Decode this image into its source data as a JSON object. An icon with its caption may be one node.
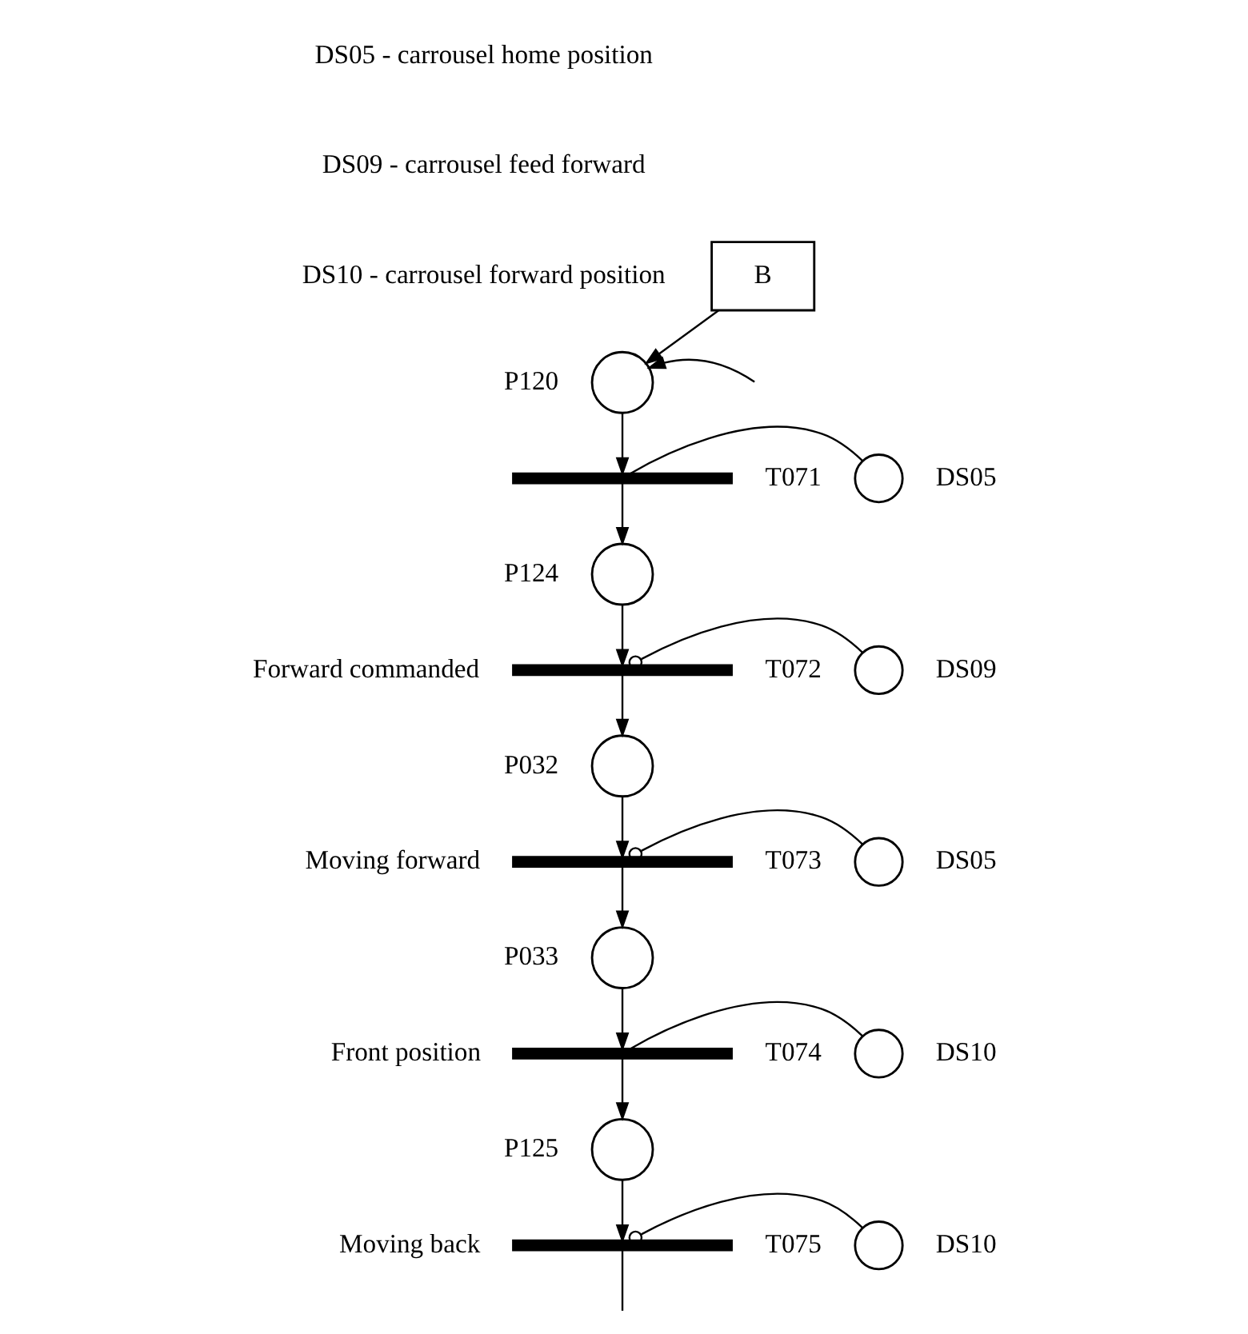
{
  "diagram": {
    "nodes": [
      {
        "text": [
          "B"
        ]
      },
      {
        "text": [],
        "shape": "circle",
        "beside": [
          "P120"
        ]
      },
      {
        "text": [],
        "shape": "bar",
        "beside": [
          "T071"
        ]
      },
      {
        "text": [],
        "shape": "circle",
        "beside": [
          "DS05"
        ]
      },
      {
        "text": [],
        "shape": "circle",
        "beside": [
          "P124"
        ]
      },
      {
        "text": [],
        "shape": "bar",
        "beside": [
          "Forward commanded",
          "T072"
        ]
      },
      {
        "text": [],
        "shape": "circle",
        "beside": [
          "DS09"
        ]
      },
      {
        "text": [],
        "shape": "circle",
        "beside": [
          "P032"
        ]
      },
      {
        "text": [],
        "shape": "bar",
        "beside": [
          "Moving forward",
          "T073"
        ]
      },
      {
        "text": [],
        "shape": "circle",
        "beside": [
          "DS05"
        ]
      },
      {
        "text": [],
        "shape": "circle",
        "beside": [
          "P033"
        ]
      },
      {
        "text": [],
        "shape": "bar",
        "beside": [
          "Front position",
          "T074"
        ]
      },
      {
        "text": [],
        "shape": "circle",
        "beside": [
          "DS10"
        ]
      },
      {
        "text": [],
        "shape": "circle",
        "beside": [
          "P125"
        ]
      },
      {
        "text": [],
        "shape": "bar",
        "beside": [
          "Moving back",
          "T075"
        ]
      },
      {
        "text": [],
        "shape": "circle",
        "beside": [
          "DS10"
        ]
      }
    ],
    "edges": [
      {
        "from": 0,
        "to": 1,
        "arrow": "to"
      },
      {
        "from": null,
        "to": 1,
        "arrow": "to"
      },
      {
        "from": 1,
        "to": 2,
        "arrow": "to"
      },
      {
        "from": 3,
        "to": 2,
        "arrow": "none"
      },
      {
        "from": 2,
        "to": 4,
        "arrow": "to"
      },
      {
        "from": 4,
        "to": 5,
        "arrow": "to"
      },
      {
        "from": 6,
        "to": 5,
        "arrow": "other"
      },
      {
        "from": 5,
        "to": 7,
        "arrow": "to"
      },
      {
        "from": 7,
        "to": 8,
        "arrow": "to"
      },
      {
        "from": 9,
        "to": 8,
        "arrow": "other"
      },
      {
        "from": 8,
        "to": 10,
        "arrow": "to"
      },
      {
        "from": 10,
        "to": 11,
        "arrow": "to"
      },
      {
        "from": 12,
        "to": 11,
        "arrow": "none"
      },
      {
        "from": 11,
        "to": 13,
        "arrow": "to"
      },
      {
        "from": 13,
        "to": 14,
        "arrow": "to"
      },
      {
        "from": 15,
        "to": 14,
        "arrow": "other"
      },
      {
        "from": 14,
        "to": null,
        "arrow": "none"
      }
    ],
    "labels": [
      "DS05 - carrousel home position",
      "DS09 - carrousel feed forward",
      "DS10 - carrousel forward position"
    ]
  }
}
